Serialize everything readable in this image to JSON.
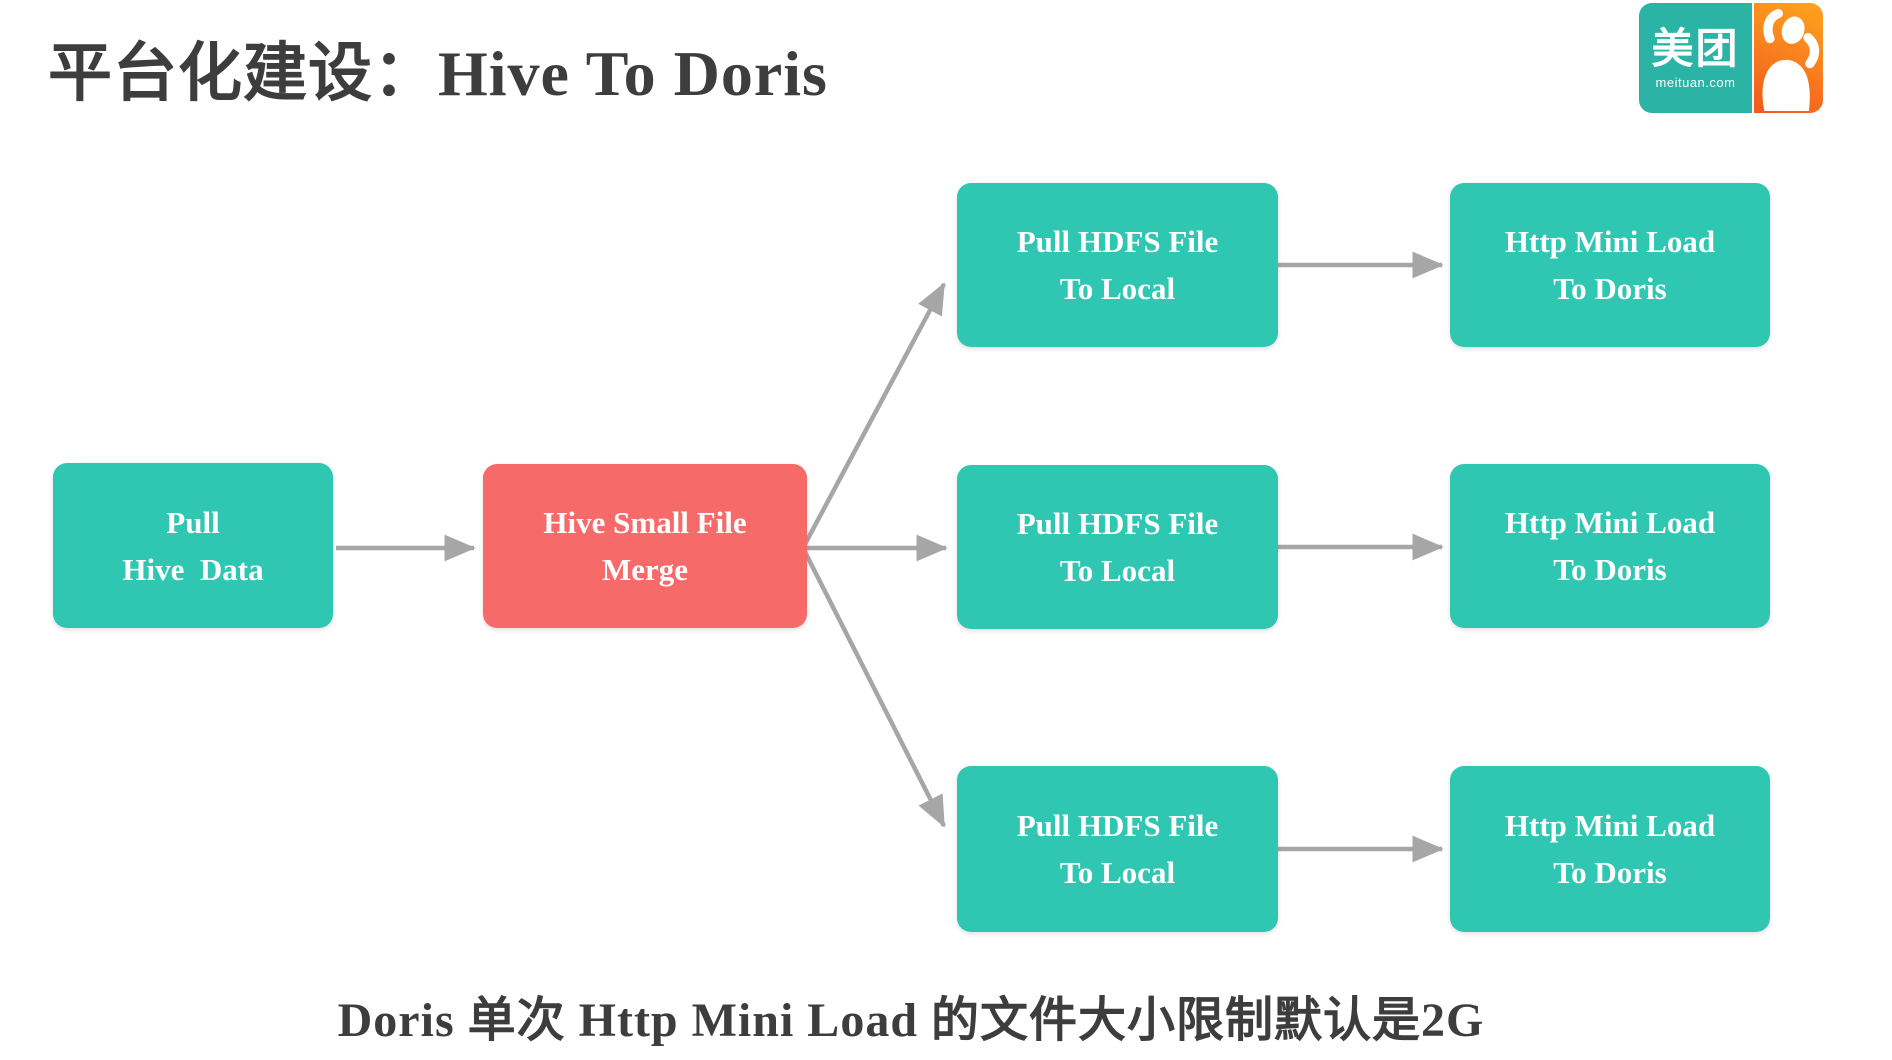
{
  "title": "平台化建设：Hive To Doris",
  "caption": "Doris 单次 Http Mini Load 的文件大小限制默认是2G",
  "logo": {
    "brand": "美团",
    "domain": "meituan.com",
    "mascot": "dianping-mascot"
  },
  "diagram": {
    "type": "flowchart",
    "direction": "left-to-right",
    "nodes": [
      {
        "id": "pull-hive-data",
        "line1": "Pull",
        "line2": "Hive  Data",
        "color": "teal"
      },
      {
        "id": "hive-small-file-merge",
        "line1": "Hive Small File",
        "line2": "Merge",
        "color": "red"
      },
      {
        "id": "pull-hdfs-file-1",
        "line1": "Pull HDFS File",
        "line2": "To Local",
        "color": "teal"
      },
      {
        "id": "pull-hdfs-file-2",
        "line1": "Pull HDFS File",
        "line2": "To Local",
        "color": "teal"
      },
      {
        "id": "pull-hdfs-file-3",
        "line1": "Pull HDFS File",
        "line2": "To Local",
        "color": "teal"
      },
      {
        "id": "http-mini-load-1",
        "line1": "Http Mini Load",
        "line2": "To Doris",
        "color": "teal"
      },
      {
        "id": "http-mini-load-2",
        "line1": "Http Mini Load",
        "line2": "To Doris",
        "color": "teal"
      },
      {
        "id": "http-mini-load-3",
        "line1": "Http Mini Load",
        "line2": "To Doris",
        "color": "teal"
      }
    ],
    "edges": [
      {
        "from": "pull-hive-data",
        "to": "hive-small-file-merge"
      },
      {
        "from": "hive-small-file-merge",
        "to": "pull-hdfs-file-1"
      },
      {
        "from": "hive-small-file-merge",
        "to": "pull-hdfs-file-2"
      },
      {
        "from": "hive-small-file-merge",
        "to": "pull-hdfs-file-3"
      },
      {
        "from": "pull-hdfs-file-1",
        "to": "http-mini-load-1"
      },
      {
        "from": "pull-hdfs-file-2",
        "to": "http-mini-load-2"
      },
      {
        "from": "pull-hdfs-file-3",
        "to": "http-mini-load-3"
      }
    ],
    "colors": {
      "node_teal": "#2fc7b2",
      "node_red": "#f76a6a",
      "arrow": "#a6a6a6",
      "text": "#3d3d3d",
      "node_text": "#ffffff",
      "logo_teal": "#2bb3a6",
      "logo_orange_top": "#ffa41f",
      "logo_orange_bottom": "#f2591c"
    }
  }
}
